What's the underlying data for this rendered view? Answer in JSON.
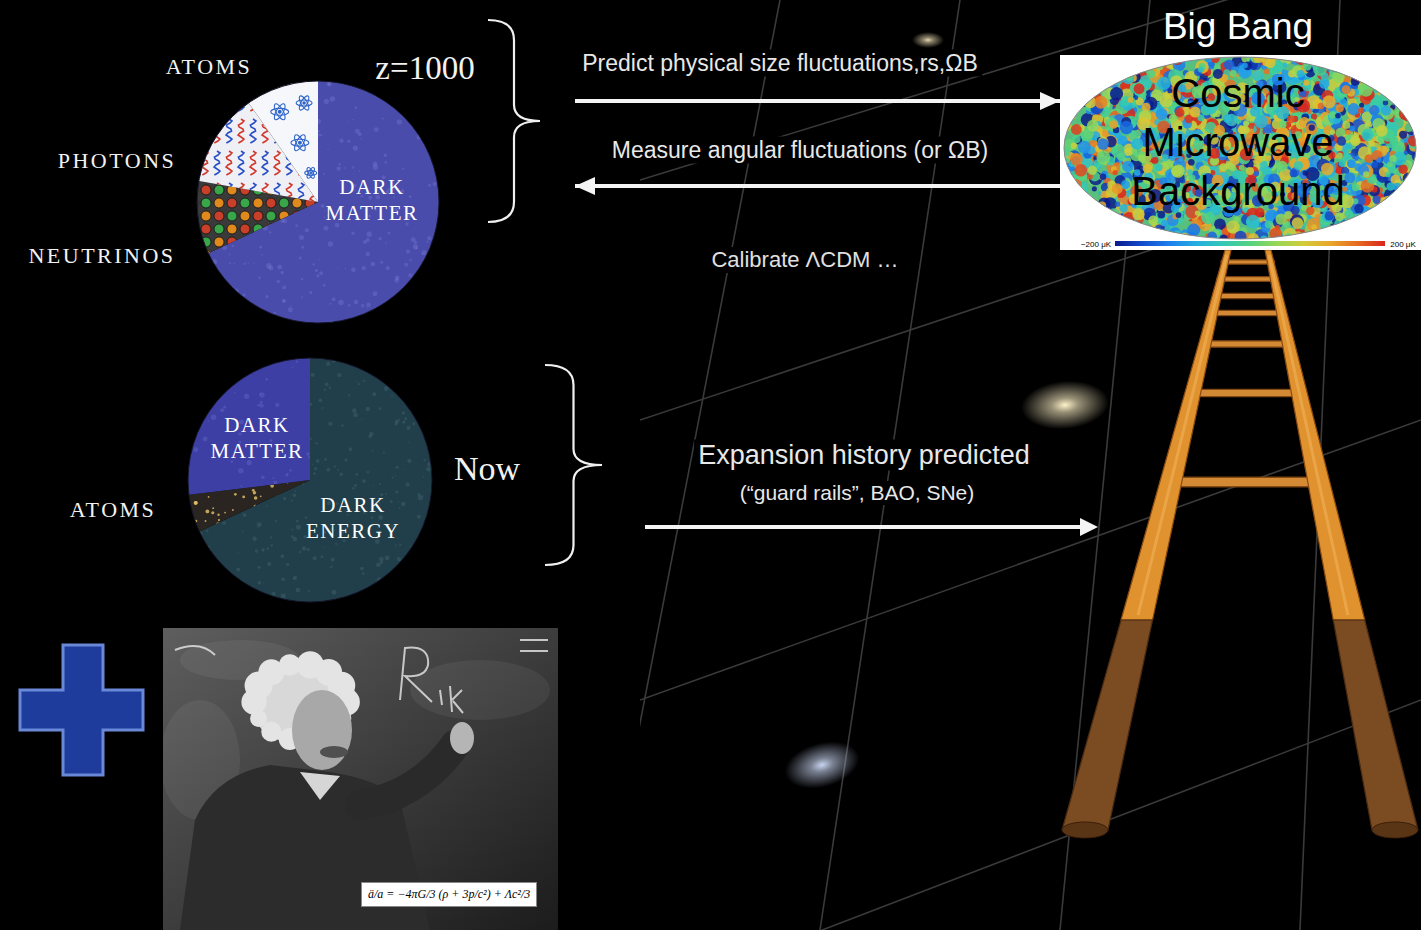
{
  "diagram": {
    "nodes": [
      {
        "text": [
          "DARK MATTER"
        ]
      },
      {
        "text": [
          "Big Bang",
          "Cosmic Microwave Background"
        ]
      },
      {
        "text": [
          "DARK MATTER",
          "DARK ENERGY"
        ]
      }
    ],
    "edges": [
      {
        "from": 0,
        "to": 1,
        "arrow": "to",
        "label": "Predict physical size fluctuations,rs,ΩB"
      },
      {
        "from": 1,
        "to": 0,
        "arrow": "to",
        "label": "Measure angular fluctuations (or ΩB)"
      }
    ],
    "labels": [
      "ATOMS",
      "z=1000",
      "PHOTONS",
      "NEUTRINOS",
      "Calibrate ΛCDM …",
      "Now",
      "ATOMS",
      "Expansion history predicted",
      "(“guard rails”, BAO, SNe)",
      "ä/a = −4πG/3 (ρ + 3p/c²) + Λc²/3",
      "−200 μK",
      "200 μK"
    ]
  }
}
